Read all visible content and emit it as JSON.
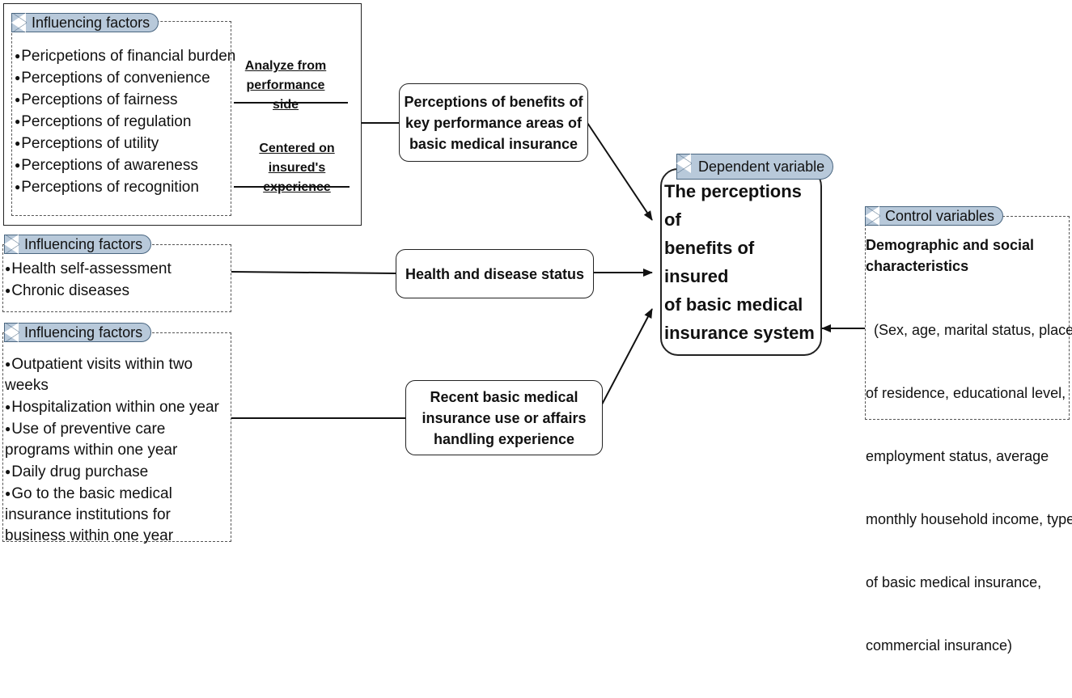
{
  "group1": {
    "tag": "Influencing factors",
    "items": [
      "Pericpetions of financial burden",
      "Perceptions of convenience",
      "Perceptions of fairness",
      "Perceptions of regulation",
      "Perceptions of utility",
      "Perceptions of awareness",
      "Perceptions of recognition"
    ],
    "note_top": [
      "Analyze from",
      "performance side"
    ],
    "note_bottom": [
      "Centered on",
      "insured's experience"
    ]
  },
  "group2": {
    "tag": "Influencing factors",
    "items": [
      "Health self-assessment",
      "Chronic diseases"
    ]
  },
  "group3": {
    "tag": "Influencing factors",
    "items": [
      "Outpatient visits within two weeks",
      "Hospitalization within one year",
      "Use of preventive care programs within one year",
      "Daily drug purchase",
      "Go to the basic medical insurance institutions for business within one year"
    ]
  },
  "mediators": {
    "benefits": [
      "Perceptions of benefits of",
      "key performance areas of",
      "basic medical insurance"
    ],
    "health": "Health and disease status",
    "recent": [
      "Recent basic medical",
      "insurance use or affairs",
      "handling experience"
    ]
  },
  "dependent": {
    "tag": "Dependent variable",
    "lines": [
      "The perceptions of",
      "benefits of insured",
      "of basic medical",
      "insurance system"
    ]
  },
  "control": {
    "tag": "Control variables",
    "heading": [
      "Demographic and social",
      "characteristics"
    ],
    "lines": [
      "  (Sex, age, marital status, place",
      "of residence, educational level,",
      "employment status, average",
      "monthly household income, type",
      "of basic medical insurance,",
      "commercial insurance)"
    ]
  }
}
